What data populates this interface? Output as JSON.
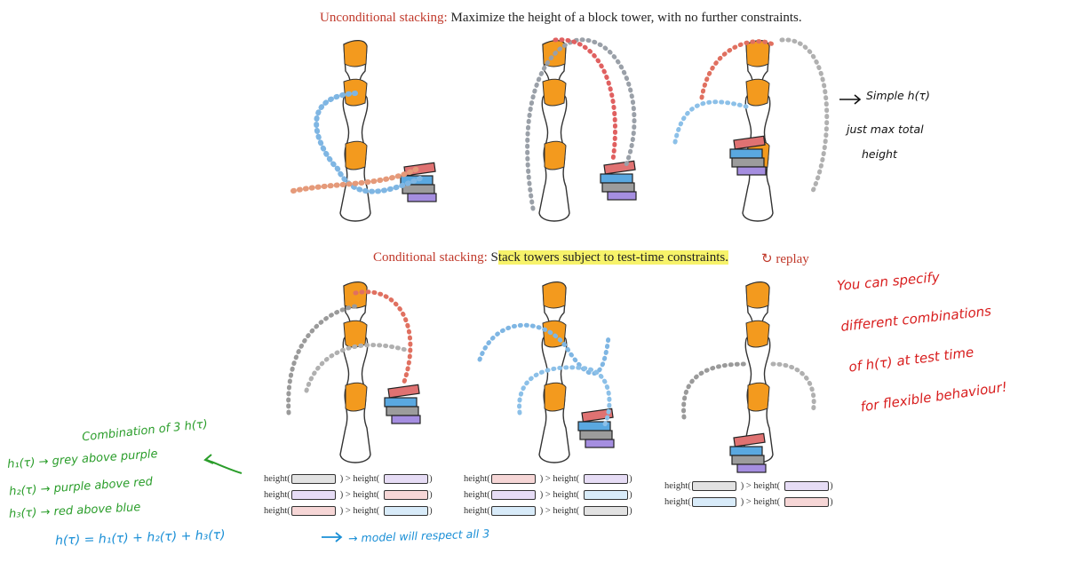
{
  "top_caption": {
    "title": "Unconditional stacking:",
    "text": "Maximize the height of a block tower, with no further constraints."
  },
  "bottom_caption": {
    "title": "Conditional stacking:",
    "text_first": "S",
    "text_highlight": "tack towers subject to test-time constraints.",
    "replay_icon": "replay-arrow-icon",
    "replay_label": "replay"
  },
  "colors": {
    "grey": "#e2e2e2",
    "purple": "#e6dcf5",
    "red": "#f6d6d6",
    "blue": "#d8ebf9",
    "robot_orange": "#f39a1e",
    "accent_red": "#c0392b"
  },
  "constraints": [
    {
      "rows": [
        {
          "prefix": "height(",
          "a": "grey",
          "mid": ") > height(",
          "b": "purple",
          "suffix": ")"
        },
        {
          "prefix": "height(",
          "a": "purple",
          "mid": ") > height(",
          "b": "red",
          "suffix": ")"
        },
        {
          "prefix": "height(",
          "a": "red",
          "mid": ") > height(",
          "b": "blue",
          "suffix": ")"
        }
      ]
    },
    {
      "rows": [
        {
          "prefix": "height(",
          "a": "red",
          "mid": ") > height(",
          "b": "purple",
          "suffix": ")"
        },
        {
          "prefix": "height(",
          "a": "purple",
          "mid": ") > height(",
          "b": "blue",
          "suffix": ")"
        },
        {
          "prefix": "height(",
          "a": "blue",
          "mid": ") > height(",
          "b": "grey",
          "suffix": ")"
        }
      ]
    },
    {
      "rows": [
        {
          "prefix": "height(",
          "a": "grey",
          "mid": ") > height(",
          "b": "purple",
          "suffix": ")"
        },
        {
          "prefix": "height(",
          "a": "blue",
          "mid": ") > height(",
          "b": "red",
          "suffix": ")"
        }
      ]
    }
  ],
  "annotations": {
    "right_black": [
      "Simple h(τ)",
      "just max total",
      "height"
    ],
    "right_red": [
      "You can specify",
      "different combinations",
      "of h(τ) at test time",
      "for flexible behaviour!"
    ],
    "green": {
      "header": "Combination of 3 h(τ)",
      "lines": [
        "h₁(τ) → grey above purple",
        "h₂(τ) → purple above red",
        "h₃(τ) → red above blue"
      ]
    },
    "blue_formula": "h(τ) = h₁(τ) + h₂(τ) + h₃(τ)",
    "blue_note": "→ model will respect all 3"
  }
}
